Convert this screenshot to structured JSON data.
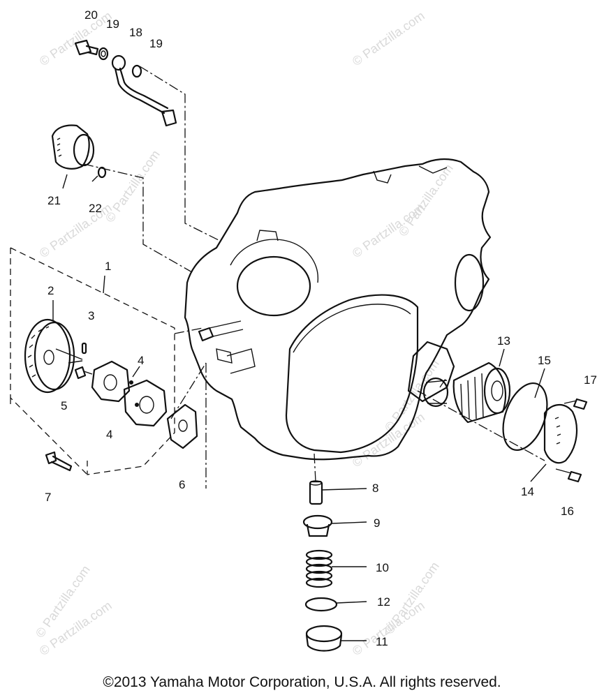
{
  "watermark": {
    "text": "© Partzilla.com"
  },
  "callouts": {
    "c1": "1",
    "c2": "2",
    "c3": "3",
    "c4a": "4",
    "c4b": "4",
    "c5": "5",
    "c6": "6",
    "c7": "7",
    "c8": "8",
    "c9": "9",
    "c10": "10",
    "c11": "11",
    "c12": "12",
    "c13": "13",
    "c14": "14",
    "c15": "15",
    "c16": "16",
    "c17": "17",
    "c18": "18",
    "c19a": "19",
    "c19b": "19",
    "c20": "20",
    "c21": "21",
    "c22": "22"
  },
  "copyright": "©2013  Yamaha Motor Corporation, U.S.A. All rights reserved."
}
